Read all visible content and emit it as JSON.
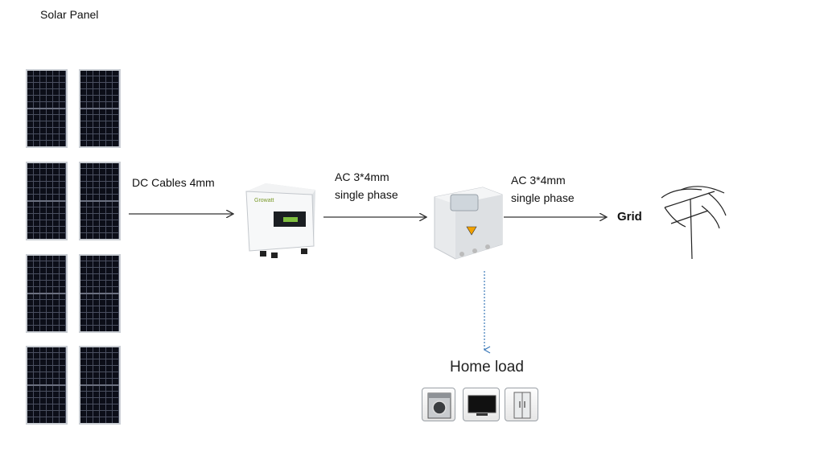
{
  "labels": {
    "solar_panel": "Solar Panel",
    "dc_cables": "DC Cables 4mm",
    "ac1_line1": "AC 3*4mm",
    "ac1_line2": "single  phase",
    "ac2_line1": "AC 3*4mm",
    "ac2_line2": "single  phase",
    "grid": "Grid",
    "home_load": "Home load"
  },
  "inverter": {
    "brand": "Growatt"
  },
  "icons": {
    "inverter": "inverter-icon",
    "ac_box": "distribution-box-icon",
    "grid": "grid-tower-icon",
    "appliances": [
      "washing-machine-icon",
      "tv-icon",
      "refrigerator-icon"
    ]
  },
  "colors": {
    "arrow": "#333333",
    "dashed_arrow": "#3a78b8",
    "warning": "#f2a100"
  }
}
